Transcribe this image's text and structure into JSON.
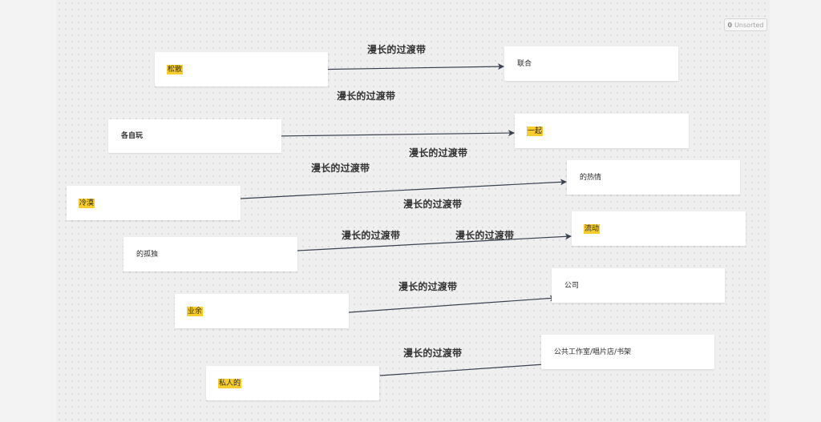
{
  "colors": {
    "highlight": "#f7cd2e",
    "arrow": "#3a4150"
  },
  "toolbar": {
    "unsorted_count": "0",
    "unsorted_label": "Unsorted"
  },
  "nodes": {
    "n1": {
      "label": "松散",
      "highlight": true
    },
    "n2": {
      "label": "联合",
      "highlight": false
    },
    "n3": {
      "label": "各自玩",
      "highlight": false,
      "bold": true
    },
    "n4": {
      "label": "一起",
      "highlight": true
    },
    "n5": {
      "label": "冷漠",
      "highlight": true
    },
    "n6": {
      "label": "的热情",
      "highlight": false
    },
    "n7": {
      "label": "的孤独",
      "highlight": false
    },
    "n8": {
      "label": "流动",
      "highlight": true
    },
    "n9": {
      "label": "业余",
      "highlight": true
    },
    "n10": {
      "label": "公司",
      "highlight": false
    },
    "n11": {
      "label": "私人的",
      "highlight": true
    },
    "n12": {
      "label": "公共工作室/唱片店/书架",
      "highlight": false
    }
  },
  "edge_labels": {
    "l1": "漫长的过渡带",
    "l2": "漫长的过渡带",
    "l3": "漫长的过渡带",
    "l4": "漫长的过渡带",
    "l5": "漫长的过渡带",
    "l6": "漫长的过渡带",
    "l7": "漫长的过渡带",
    "l8": "漫长的过渡带",
    "l9": "漫长的过渡带"
  },
  "edges": [
    {
      "from": "n1",
      "to": "n2"
    },
    {
      "from": "n3",
      "to": "n4"
    },
    {
      "from": "n5",
      "to": "n6"
    },
    {
      "from": "n7",
      "to": "n8"
    },
    {
      "from": "n9",
      "to": "n10"
    },
    {
      "from": "n11",
      "to": "n12"
    }
  ]
}
